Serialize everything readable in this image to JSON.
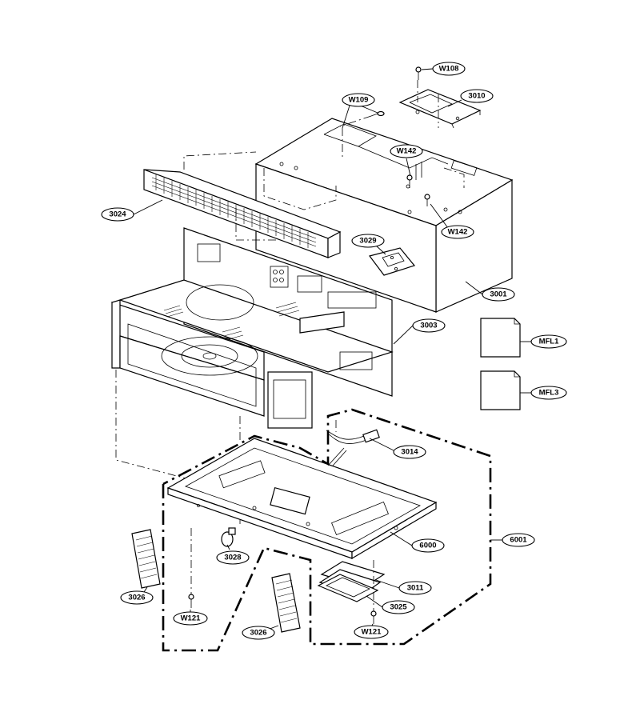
{
  "callouts": {
    "w108": "W108",
    "w109": "W109",
    "p3010": "3010",
    "w142a": "W142",
    "w142b": "W142",
    "p3024": "3024",
    "p3029": "3029",
    "p3001": "3001",
    "p3003": "3003",
    "mfl1": "MFL1",
    "mfl3": "MFL3",
    "p3014": "3014",
    "p6001": "6001",
    "p6000": "6000",
    "p3028": "3028",
    "p3011": "3011",
    "p3025": "3025",
    "p3026a": "3026",
    "p3026b": "3026",
    "w121a": "W121",
    "w121b": "W121"
  }
}
